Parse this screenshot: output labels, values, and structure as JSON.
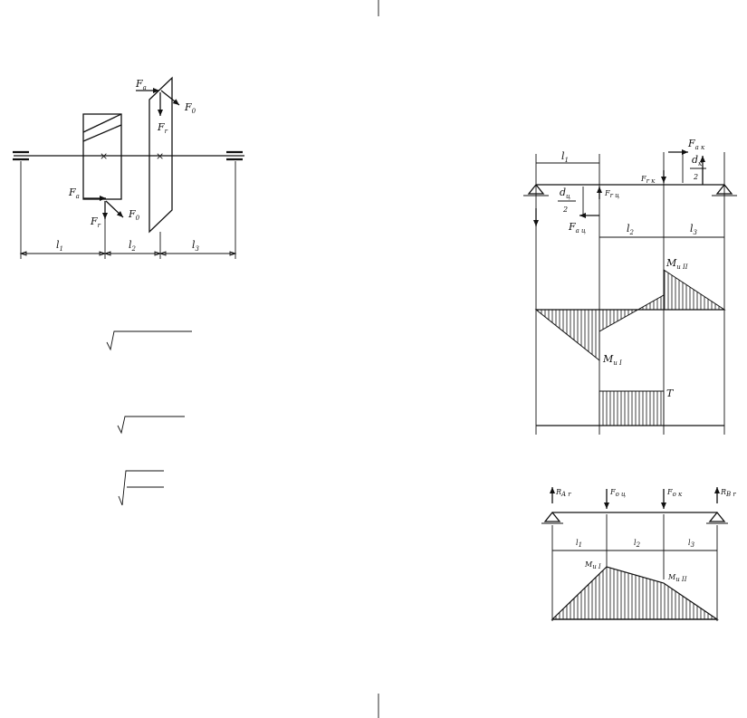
{
  "left_figure": {
    "forces": {
      "fa": "F",
      "fa_sub": "a",
      "fb": "F",
      "fb_sub": "0",
      "fr": "F",
      "fr_sub": "r",
      "fa2": "F",
      "fa2_sub": "a",
      "fb2": "F",
      "fb2_sub": "0",
      "fr2": "F",
      "fr2_sub": "r"
    },
    "dims": {
      "l1": "l",
      "l1_sub": "1",
      "l2": "l",
      "l2_sub": "2",
      "l3": "l",
      "l3_sub": "3"
    }
  },
  "right_top_figure": {
    "fak": "F",
    "fak_sub": "a к",
    "dk": "d",
    "dk_sub": "к",
    "dk_den": "2",
    "frk": "F",
    "frk_sub": "r к",
    "frc": "F",
    "frc_sub": "r ц",
    "dc": "d",
    "dc_sub": "ц",
    "dc_den": "2",
    "fac": "F",
    "fac_sub": "a ц",
    "l1": "l",
    "l1_sub": "1",
    "l2": "l",
    "l2_sub": "2",
    "l3": "l",
    "l3_sub": "3",
    "m2": "M",
    "m2_sub": "и II",
    "m1": "M",
    "m1_sub": "и I",
    "torque": "T"
  },
  "right_bottom_figure": {
    "ray": "R",
    "ray_sub": "A r",
    "fic": "F",
    "fic_sub": "о ц",
    "fik": "F",
    "fik_sub": "о к",
    "rby": "R",
    "rby_sub": "B r",
    "l1": "l",
    "l1_sub": "1",
    "l2": "l",
    "l2_sub": "2",
    "l3": "l",
    "l3_sub": "3",
    "m1": "M",
    "m1_sub": "и I",
    "m2": "M",
    "m2_sub": "и II"
  }
}
